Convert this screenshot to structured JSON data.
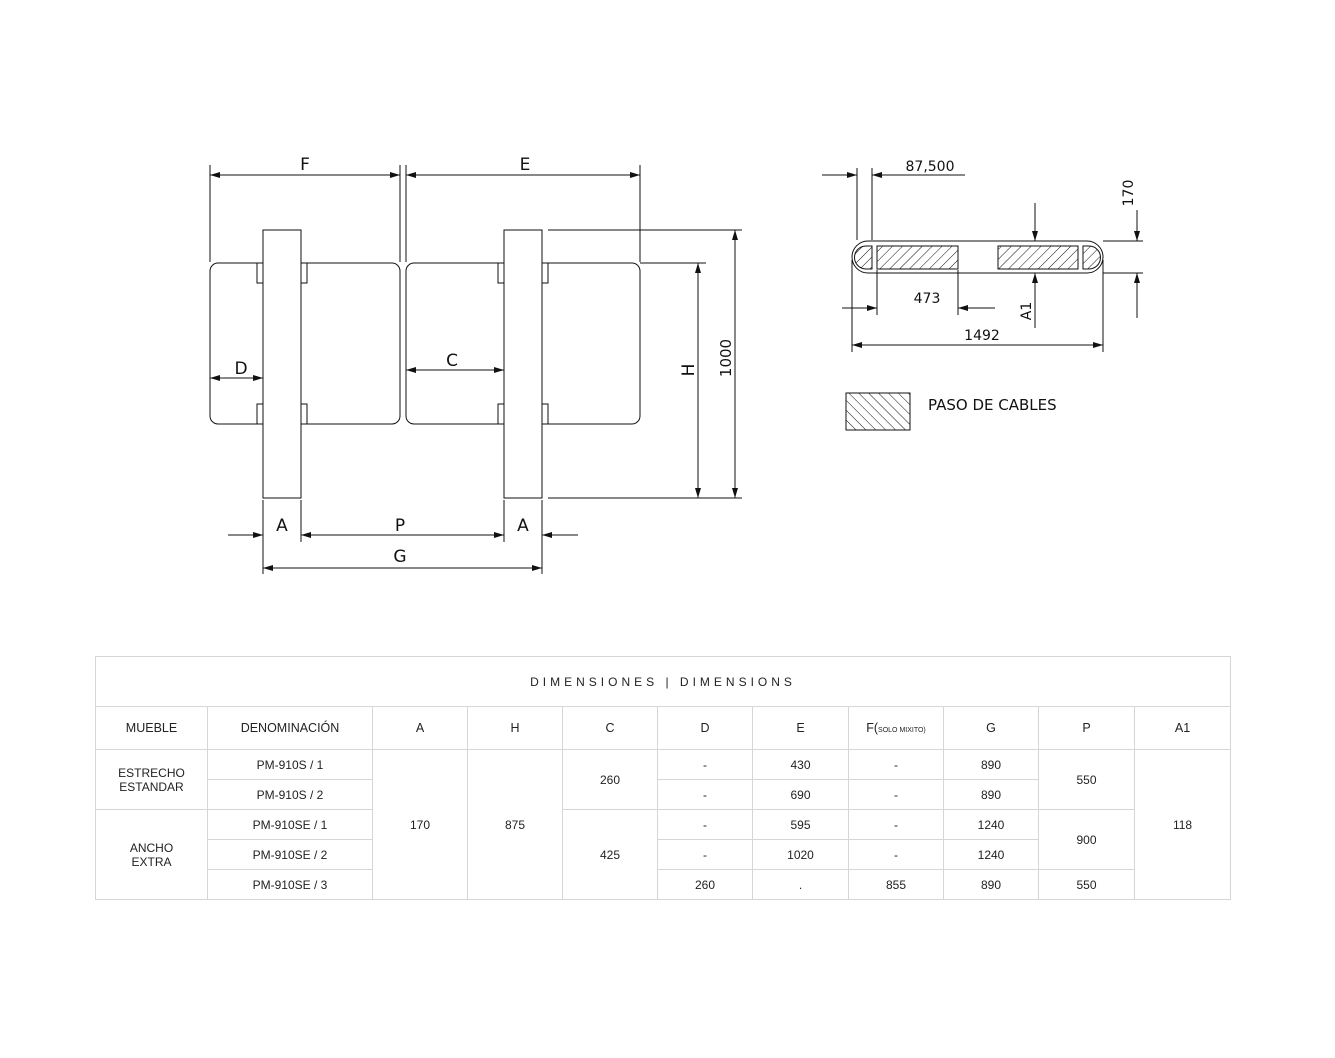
{
  "front_view": {
    "labels": {
      "F": "F",
      "E": "E",
      "D": "D",
      "C": "C",
      "H": "H",
      "height": "1000",
      "A_left": "A",
      "P": "P",
      "A_right": "A",
      "G": "G"
    }
  },
  "plan_view": {
    "labels": {
      "offset": "87,500",
      "depth": "170",
      "cable_width": "473",
      "A1": "A1",
      "length": "1492"
    }
  },
  "legend": {
    "label": "PASO DE CABLES"
  },
  "table": {
    "title": "DIMENSIONES | DIMENSIONS",
    "headers": {
      "mueble": "MUEBLE",
      "denominacion": "DENOMINACIÓN",
      "A": "A",
      "H": "H",
      "C": "C",
      "D": "D",
      "E": "E",
      "F": "F(",
      "F_note": "SOLO MIXITO)",
      "G": "G",
      "P": "P",
      "A1": "A1"
    },
    "groups": [
      {
        "line1": "ESTRECHO",
        "line2": "ESTANDAR"
      },
      {
        "line1": "ANCHO",
        "line2": "EXTRA"
      }
    ],
    "shared": {
      "A": "170",
      "H": "875",
      "C_narrow": "260",
      "C_wide": "425",
      "P_narrow": "550",
      "P_wide": "900",
      "A1": "118"
    },
    "rows": [
      {
        "name": "PM-910S / 1",
        "D": "-",
        "E": "430",
        "F": "-",
        "G": "890"
      },
      {
        "name": "PM-910S / 2",
        "D": "-",
        "E": "690",
        "F": "-",
        "G": "890"
      },
      {
        "name": "PM-910SE / 1",
        "D": "-",
        "E": "595",
        "F": "-",
        "G": "1240"
      },
      {
        "name": "PM-910SE / 2",
        "D": "-",
        "E": "1020",
        "F": "-",
        "G": "1240"
      },
      {
        "name": "PM-910SE / 3",
        "D": "260",
        "E": ".",
        "F": "855",
        "G": "890",
        "P": "550"
      }
    ]
  }
}
